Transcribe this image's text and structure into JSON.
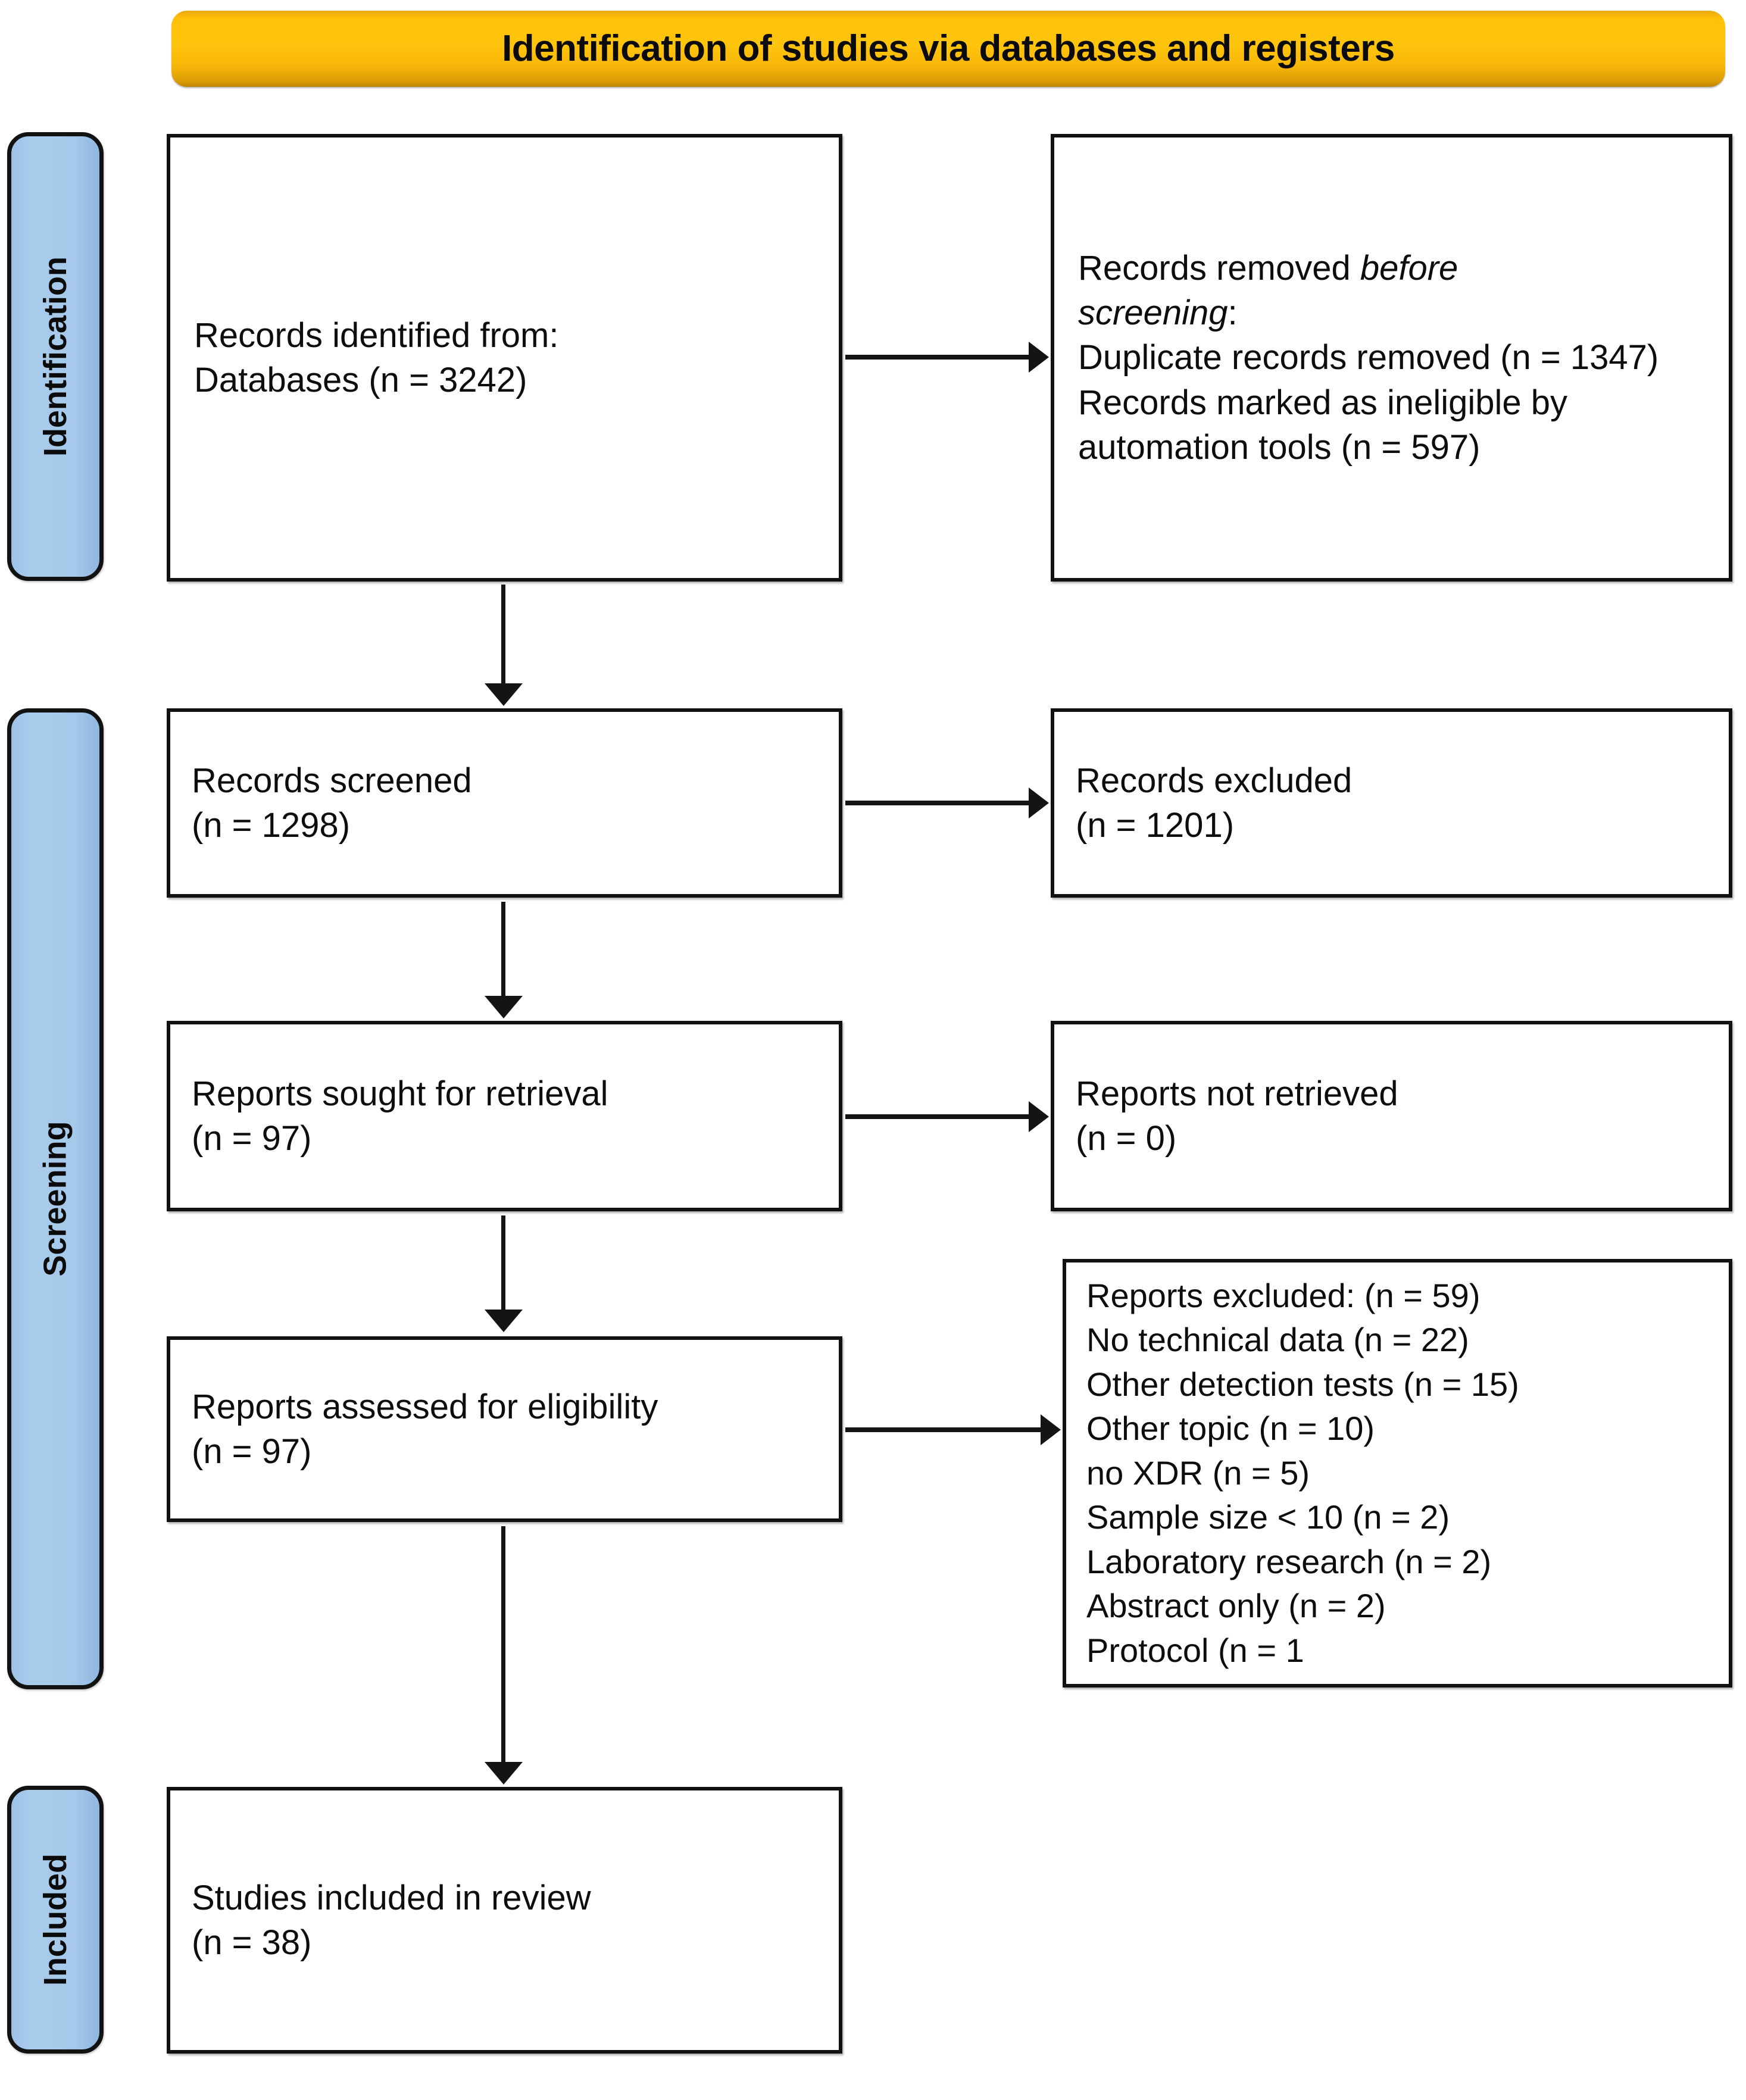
{
  "banner": {
    "title": "Identification of studies via databases and registers",
    "color": "#ffc40c"
  },
  "stages": {
    "identification": "Identification",
    "screening": "Screening",
    "included": "Included",
    "color": "#a6c9ea"
  },
  "boxes": {
    "identified": {
      "line1": "Records identified from:",
      "line2": "Databases (n = 3242)"
    },
    "removed": {
      "line1_prefix": "Records removed ",
      "line1_italic": "before",
      "line2_italic": "screening",
      "line2_suffix": ":",
      "line3": "Duplicate records removed (n = 1347)",
      "line4": "Records marked as ineligible by automation tools (n = 597)"
    },
    "screened": {
      "line1": "Records screened",
      "line2": "(n = 1298)"
    },
    "excluded": {
      "line1": "Records excluded",
      "line2": "(n = 1201)"
    },
    "sought": {
      "line1": "Reports sought for retrieval",
      "line2": "(n = 97)"
    },
    "notretrieved": {
      "line1": "Reports not retrieved",
      "line2": "(n = 0)"
    },
    "assessed": {
      "line1": "Reports assessed for eligibility",
      "line2": "(n = 97)"
    },
    "reports_excluded": {
      "lines": [
        "Reports excluded: (n = 59)",
        "No technical data (n = 22)",
        "Other detection tests (n = 15)",
        "Other topic (n = 10)",
        "no XDR (n = 5)",
        "Sample size < 10 (n = 2)",
        "Laboratory research (n = 2)",
        "Abstract only (n = 2)",
        "Protocol (n = 1"
      ]
    },
    "included": {
      "line1": "Studies included in review",
      "line2": "(n = 38)"
    }
  },
  "chart_data": {
    "type": "diagram",
    "title": "Identification of studies via databases and registers",
    "nodes": [
      {
        "id": "identified",
        "stage": "Identification",
        "label": "Records identified from: Databases",
        "n": 3242
      },
      {
        "id": "removed",
        "stage": "Identification",
        "label": "Records removed before screening",
        "duplicate_records_removed": 1347,
        "ineligible_by_automation_tools": 597
      },
      {
        "id": "screened",
        "stage": "Screening",
        "label": "Records screened",
        "n": 1298
      },
      {
        "id": "excluded",
        "stage": "Screening",
        "label": "Records excluded",
        "n": 1201
      },
      {
        "id": "sought",
        "stage": "Screening",
        "label": "Reports sought for retrieval",
        "n": 97
      },
      {
        "id": "notretrieved",
        "stage": "Screening",
        "label": "Reports not retrieved",
        "n": 0
      },
      {
        "id": "assessed",
        "stage": "Screening",
        "label": "Reports assessed for eligibility",
        "n": 97
      },
      {
        "id": "reports_excluded",
        "stage": "Screening",
        "label": "Reports excluded",
        "n": 59,
        "reasons": [
          {
            "reason": "No technical data",
            "n": 22
          },
          {
            "reason": "Other detection tests",
            "n": 15
          },
          {
            "reason": "Other topic",
            "n": 10
          },
          {
            "reason": "no XDR",
            "n": 5
          },
          {
            "reason": "Sample size < 10",
            "n": 2
          },
          {
            "reason": "Laboratory research",
            "n": 2
          },
          {
            "reason": "Abstract only",
            "n": 2
          },
          {
            "reason": "Protocol",
            "n": 1
          }
        ]
      },
      {
        "id": "included",
        "stage": "Included",
        "label": "Studies included in review",
        "n": 38
      }
    ],
    "edges": [
      {
        "from": "identified",
        "to": "removed",
        "direction": "right"
      },
      {
        "from": "identified",
        "to": "screened",
        "direction": "down"
      },
      {
        "from": "screened",
        "to": "excluded",
        "direction": "right"
      },
      {
        "from": "screened",
        "to": "sought",
        "direction": "down"
      },
      {
        "from": "sought",
        "to": "notretrieved",
        "direction": "right"
      },
      {
        "from": "sought",
        "to": "assessed",
        "direction": "down"
      },
      {
        "from": "assessed",
        "to": "reports_excluded",
        "direction": "right"
      },
      {
        "from": "assessed",
        "to": "included",
        "direction": "down"
      }
    ]
  }
}
